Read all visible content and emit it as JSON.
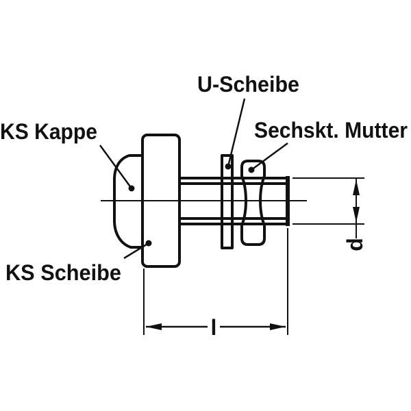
{
  "colors": {
    "ink": "#111111",
    "background": "#ffffff"
  },
  "callouts": {
    "u_scheibe": {
      "label": "U-Scheibe"
    },
    "sechskt_mutter": {
      "label": "Sechskt. Mutter"
    },
    "ks_kappe": {
      "label": "KS Kappe"
    },
    "ks_scheibe": {
      "label": "KS Scheibe"
    }
  },
  "dimensions": {
    "length": {
      "label": "l"
    },
    "diameter": {
      "label": "d"
    }
  }
}
